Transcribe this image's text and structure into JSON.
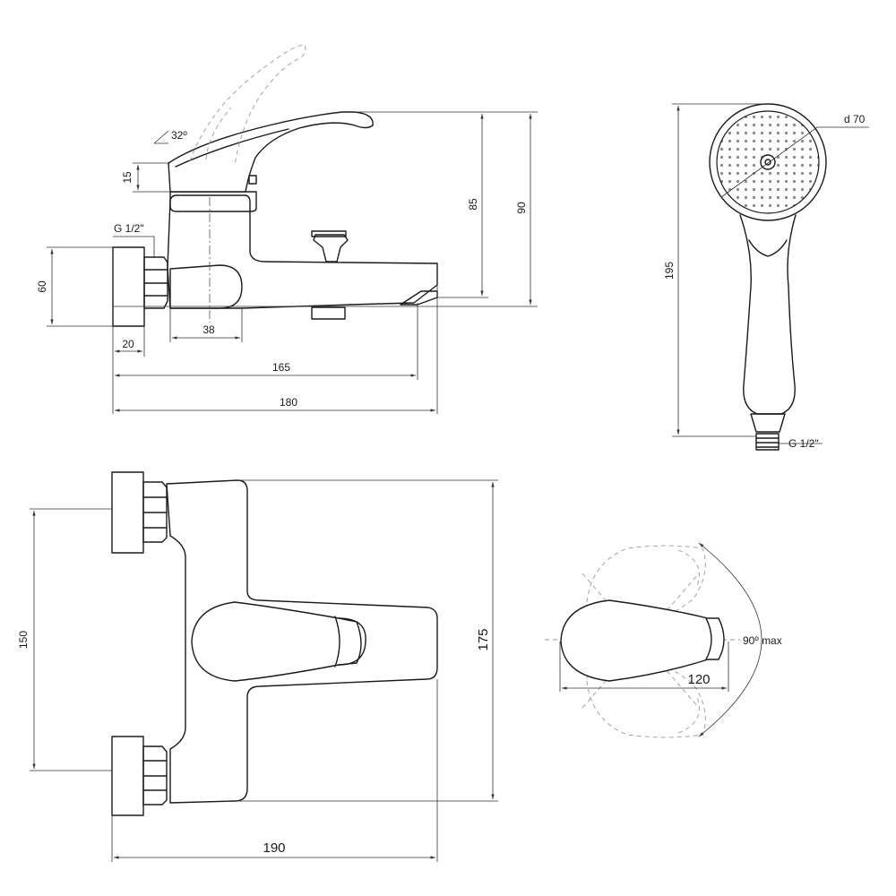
{
  "side_view": {
    "handle_angle": "32º",
    "handle_height": "15",
    "inlet_thread": "G 1/2\"",
    "escutcheon_height": "60",
    "escutcheon_depth": "20",
    "body_width": "38",
    "spout_reach": "165",
    "total_depth": "180",
    "spout_height": "85",
    "total_height": "90"
  },
  "hand_shower": {
    "head_diameter": "d 70",
    "total_length": "195",
    "connection_thread": "G 1/2\""
  },
  "front_view": {
    "inlet_spacing": "150",
    "total_height": "175",
    "total_width": "190"
  },
  "lever_view": {
    "rotation": "90º max",
    "lever_length": "120"
  }
}
